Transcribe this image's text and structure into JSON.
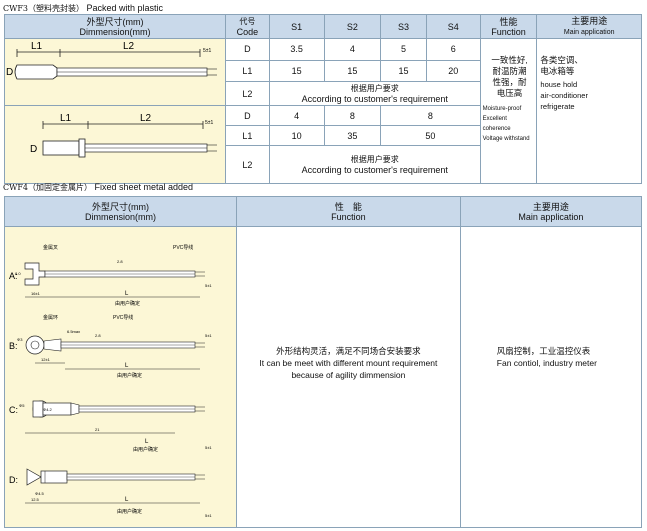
{
  "section1": {
    "code": "CWF3",
    "title_cn": "（塑料壳封装）",
    "title_en": "Packed with plastic",
    "headers": {
      "dim_cn": "外型尺寸(mm)",
      "dim_en": "Dimmension(mm)",
      "code_cn": "代号",
      "code_en": "Code",
      "s1": "S1",
      "s2": "S2",
      "s3": "S3",
      "s4": "S4",
      "func_cn": "性能",
      "func_en": "Function",
      "app_cn": "主要用途",
      "app_en": "Main application"
    },
    "group1": {
      "rows": [
        {
          "code": "D",
          "s1": "3.5",
          "s2": "4",
          "s3": "5",
          "s4": "6"
        },
        {
          "code": "L1",
          "s1": "15",
          "s2": "15",
          "s3": "15",
          "s4": "20"
        }
      ],
      "l2_code": "L2",
      "l2_cn": "根据用户要求",
      "l2_en": "According to customer's requirement",
      "drawing": {
        "l1": "L1",
        "l2": "L2",
        "d": "D",
        "tip": "5±1"
      }
    },
    "group2": {
      "row_d": {
        "code": "D",
        "s1": "4",
        "s2": "8",
        "s3s4": "8"
      },
      "row_l1": {
        "code": "L1",
        "s1": "10",
        "s2": "35",
        "s3s4": "50"
      },
      "l2_code": "L2",
      "l2_cn": "根据用户要求",
      "l2_en": "According to customer's requirement",
      "drawing": {
        "l1": "L1",
        "l2": "L2",
        "d": "D",
        "tip": "5±1"
      }
    },
    "function_cn": [
      "一致性好,",
      "耐温防潮",
      "性强，耐",
      "电压高"
    ],
    "function_en": [
      "Moisture-proof",
      "Excellent coherence",
      "Voltage withstand"
    ],
    "application_cn": [
      "各类空调、",
      "电冰箱等"
    ],
    "application_en": [
      "house hold",
      "air-conditioner",
      "refrigerate"
    ]
  },
  "section2": {
    "code": "CWF4",
    "title_cn": "（加固定金属片）",
    "title_en": "Fixed sheet metal added",
    "headers": {
      "dim_cn": "外型尺寸(mm)",
      "dim_en": "Dimmension(mm)",
      "func_cn": "性　能",
      "func_en": "Function",
      "app_cn": "主要用途",
      "app_en": "Main application"
    },
    "function_cn": "外形结构灵活，满足不同场合安装要求",
    "function_en_1": "It can be meet with different mount requirement",
    "function_en_2": "because of agility dimmension",
    "application_cn": "风扇控制，工业温控仪表",
    "application_en": "Fan contiol, industry meter",
    "drawings": {
      "a": {
        "label": "A:",
        "fork": "金属叉",
        "wire": "PVC导线",
        "l": "L",
        "cust": "由用户确定",
        "dim1": "16±1",
        "w": "8.0",
        "tip": "5±1",
        "top": "2.8"
      },
      "b": {
        "label": "B:",
        "ring": "金属环",
        "wire": "PVC导线",
        "l": "L",
        "cust": "由用户确定",
        "dim1": "12±1",
        "d": "Φ3",
        "tip": "5±1",
        "max": "6.5max",
        "t": "2.8"
      },
      "c": {
        "label": "C:",
        "d": "Φ4.2",
        "h": "Φ5",
        "l": "L",
        "cust": "由用户确定",
        "dim1": "21",
        "tip": "5±1"
      },
      "d": {
        "label": "D:",
        "d": "Φ4.5",
        "l": "L",
        "cust": "由用户确定",
        "dim1": "12.5",
        "tip": "5±1"
      }
    }
  }
}
